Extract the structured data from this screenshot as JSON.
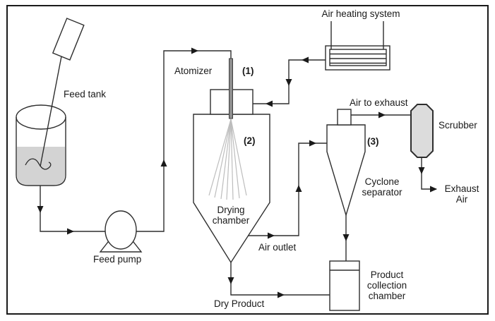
{
  "labels": {
    "air_heating_system": "Air heating system",
    "atomizer": "Atomizer",
    "marker_1": "(1)",
    "feed_tank": "Feed tank",
    "marker_2": "(2)",
    "drying_chamber": "Drying\nchamber",
    "feed_pump": "Feed pump",
    "air_outlet": "Air outlet",
    "dry_product": "Dry Product",
    "marker_3": "(3)",
    "cyclone_separator": "Cyclone\nseparator",
    "air_to_exhaust": "Air to exhaust",
    "scrubber": "Scrubber",
    "exhaust_air": "Exhaust\nAir",
    "product_collection_chamber": "Product\ncollection\nchamber"
  },
  "colors": {
    "line": "#2e2e2e",
    "arrow": "#1a1a1a",
    "liquid-fill": "#d3d3d3",
    "scrubber-fill": "#dcdcdc",
    "atomizer-fill": "#8e8e8e",
    "spray-line": "#bdbdbd",
    "border": "#1a1a1a",
    "background": "#ffffff"
  }
}
